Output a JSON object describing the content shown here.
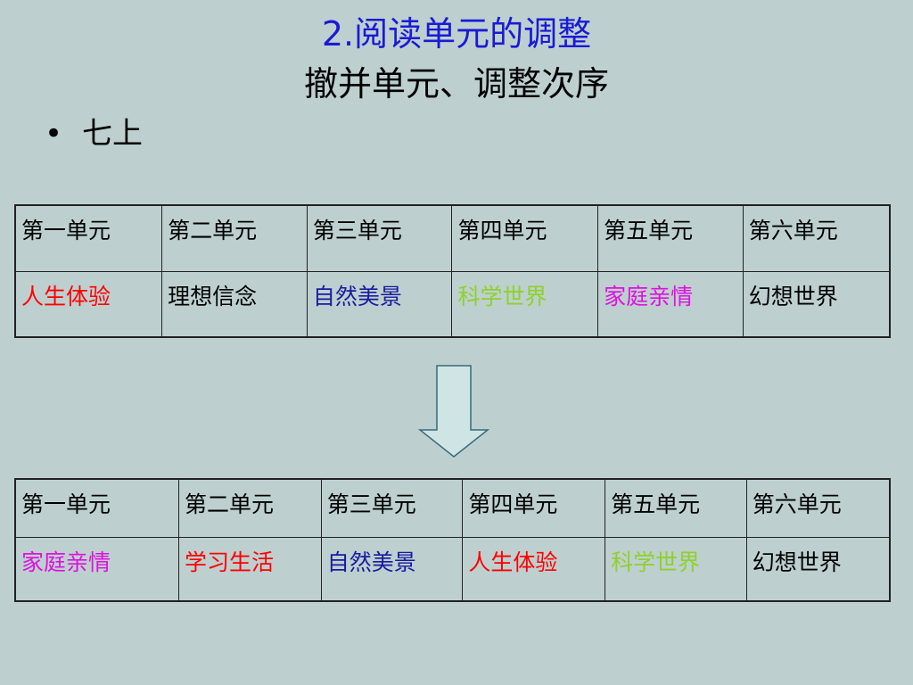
{
  "slide": {
    "title": "2.阅读单元的调整",
    "subtitle": "撤并单元、调整次序",
    "bullet": "七上"
  },
  "colors": {
    "background": "#bdd0cf",
    "title": "#1a1ad6",
    "red": "#ff0000",
    "blue": "#1a1aa0",
    "green": "#8fd12a",
    "magenta": "#e010e0",
    "black": "#000000",
    "arrow_fill": "#cfe4e4"
  },
  "table_before": {
    "headers": [
      "第一单元",
      "第二单元",
      "第三单元",
      "第四单元",
      "第五单元",
      "第六单元"
    ],
    "cells": [
      {
        "text": "人生体验",
        "color": "#ff0000"
      },
      {
        "text": "理想信念",
        "color": "#000000"
      },
      {
        "text": "自然美景",
        "color": "#1a1aa0"
      },
      {
        "text": "科学世界",
        "color": "#8fd12a"
      },
      {
        "text": "家庭亲情",
        "color": "#e010e0"
      },
      {
        "text": "幻想世界",
        "color": "#000000"
      }
    ]
  },
  "arrow": {
    "icon": "down-arrow-icon",
    "direction": "down"
  },
  "table_after": {
    "headers": [
      "第一单元",
      "第二单元",
      "第三单元",
      "第四单元",
      "第五单元",
      "第六单元"
    ],
    "cells": [
      {
        "text": "家庭亲情",
        "color": "#e010e0"
      },
      {
        "text": "学习生活",
        "color": "#ff0000"
      },
      {
        "text": "自然美景",
        "color": "#1a1aa0"
      },
      {
        "text": "人生体验",
        "color": "#ff0000"
      },
      {
        "text": "科学世界",
        "color": "#8fd12a"
      },
      {
        "text": "幻想世界",
        "color": "#000000"
      }
    ]
  }
}
